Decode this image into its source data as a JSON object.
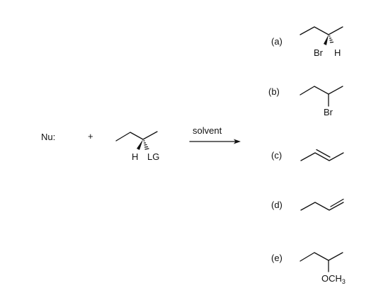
{
  "reactants": {
    "nucleophile": "Nu:",
    "plus": "+",
    "substrate_atoms": [
      "H",
      "LG"
    ]
  },
  "conditions": {
    "solvent": "solvent"
  },
  "options": [
    {
      "label": "(a)",
      "atoms": [
        "Br",
        "H"
      ]
    },
    {
      "label": "(b)",
      "atoms": [
        "Br"
      ]
    },
    {
      "label": "(c)",
      "atoms": []
    },
    {
      "label": "(d)",
      "atoms": []
    },
    {
      "label": "(e)",
      "atoms": [
        "OCH",
        "3"
      ]
    }
  ]
}
